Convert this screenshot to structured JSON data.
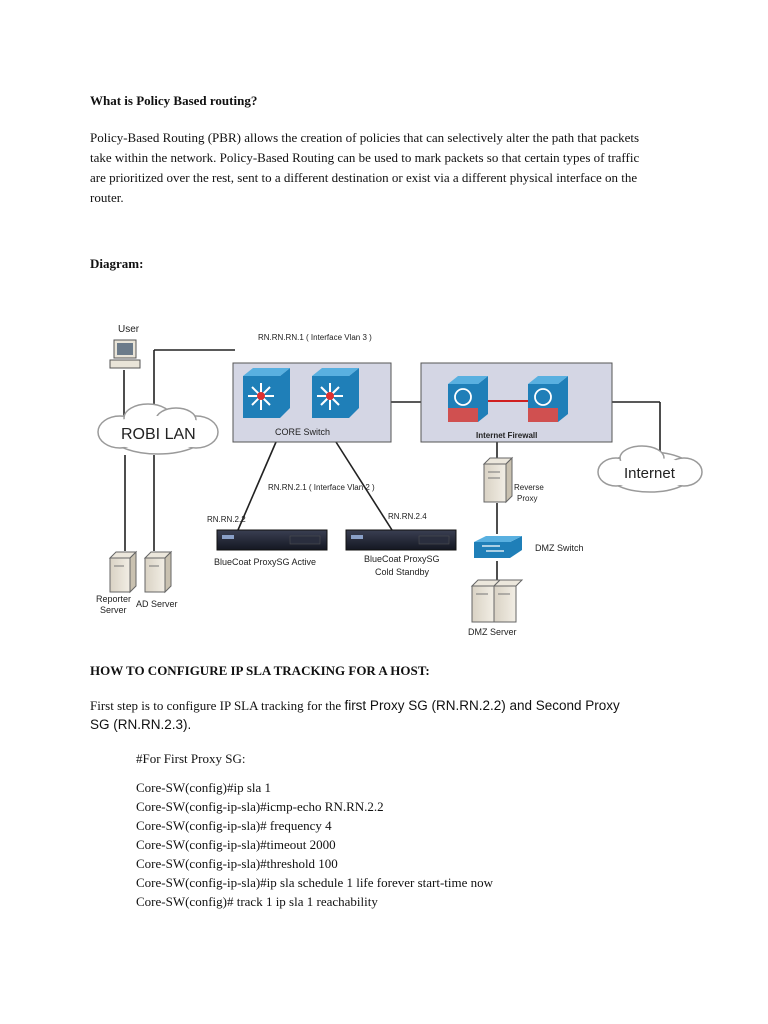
{
  "heading_pbr": "What is Policy Based routing?",
  "intro_paragraph": [
    "Policy-Based Routing (PBR) allows the creation of policies that can selectively alter the path  that packets",
    "take within the network. Policy-Based Routing can be used to mark packets so that certain types of traffic",
    "are prioritized over the rest, sent to a different destination or exist via a different physical interface on the",
    "router."
  ],
  "heading_diagram": "Diagram:",
  "diagram": {
    "user_label": "User",
    "robi_lan_label": "ROBI LAN",
    "vlan3_label": "RN.RN.RN.1 ( Interface Vlan 3 )",
    "core_switch_label": "CORE Switch",
    "internet_firewall_label": "Internet Firewall",
    "internet_label": "Internet",
    "reverse_proxy_label": [
      "Reverse",
      "Proxy"
    ],
    "dmz_switch_label": "DMZ Switch",
    "dmz_server_label": "DMZ Server",
    "vlan2_label": "RN.RN.2.1 ( Interface Vlan 2 )",
    "proxy_active_ip": "RN.RN.2.2",
    "proxy_standby_ip": "RN.RN.2.4",
    "proxy_active_label": "BlueCoat ProxySG Active",
    "proxy_standby_label": [
      "BlueCoat ProxySG",
      "Cold Standby"
    ],
    "reporter_server_label": [
      "Reporter",
      "Server"
    ],
    "ad_server_label": "AD Server"
  },
  "heading_ipsla": "HOW TO CONFIGURE IP SLA TRACKING FOR A HOST:",
  "ipsla_intro": {
    "part1": " First step is to configure IP SLA tracking for the ",
    "part2": "first Proxy SG (RN.RN.2.2) and Second Proxy",
    "part3": "SG (RN.RN.2.3)."
  },
  "proxy_comment": "#For First Proxy SG:",
  "config_lines": [
    "Core-SW(config)#ip sla 1",
    "Core-SW(config-ip-sla)#icmp-echo RN.RN.2.2",
    "Core-SW(config-ip-sla)# frequency 4",
    "Core-SW(config-ip-sla)#timeout 2000",
    "Core-SW(config-ip-sla)#threshold 100",
    "Core-SW(config-ip-sla)#ip sla schedule 1 life forever start-time now",
    "Core-SW(config)# track 1 ip sla 1 reachability"
  ]
}
